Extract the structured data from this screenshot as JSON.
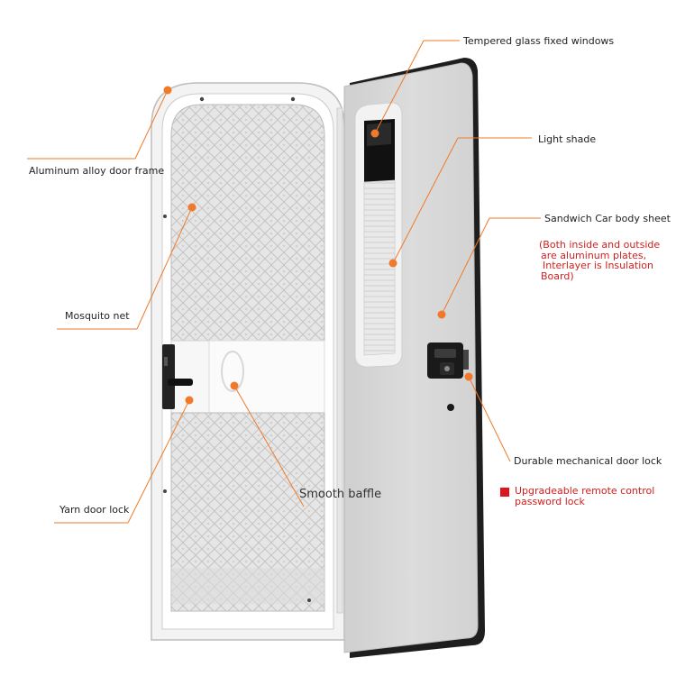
{
  "colors": {
    "leader_line": "#f07a2a",
    "dot": "#f07a2a",
    "note_red": "#d21f1f",
    "door_panel": "#d7d7d7",
    "door_edge": "#222222",
    "frame": "#f2f2f2",
    "mesh": "#e3e3e3"
  },
  "labels": {
    "tempered_glass": "Tempered glass fixed windows",
    "light_shade": "Light shade",
    "sandwich_body": "Sandwich Car body sheet",
    "sandwich_note_1": "(Both inside and outside",
    "sandwich_note_2": "are aluminum plates,",
    "sandwich_note_3": "Interlayer is Insulation",
    "sandwich_note_4": "Board)",
    "aluminum_frame": "Aluminum alloy door frame",
    "mosquito_net": "Mosquito net",
    "yarn_lock": "Yarn door lock",
    "smooth_baffle": "Smooth baffle",
    "mechanical_lock": "Durable mechanical door lock",
    "remote_lock_1": "Upgradeable remote control",
    "remote_lock_2": "password lock"
  },
  "icons": [
    "annotation-dot",
    "door-handle-icon",
    "door-lock-icon",
    "hinge-icon"
  ]
}
